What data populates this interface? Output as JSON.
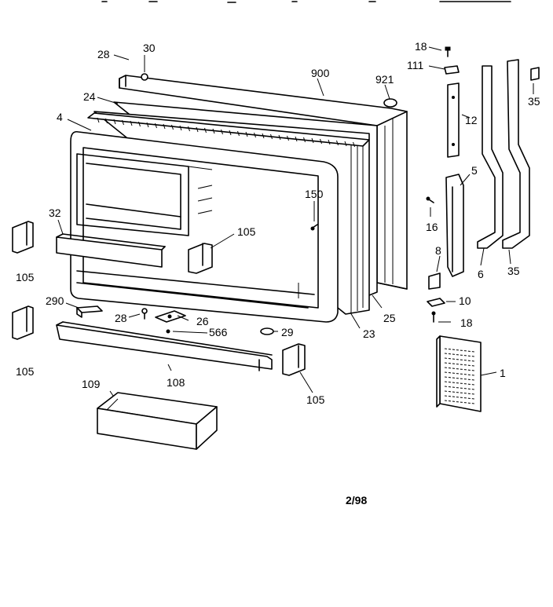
{
  "diagram": {
    "footer_code": "2/98",
    "part_labels": {
      "p28_top": "28",
      "p30": "30",
      "p900": "900",
      "p921": "921",
      "p18_top": "18",
      "p111": "111",
      "p35_top": "35",
      "p24": "24",
      "p4": "4",
      "p12": "12",
      "p150": "150",
      "p5": "5",
      "p16": "16",
      "p32": "32",
      "p105_mid": "105",
      "p105_left_top": "105",
      "p8": "8",
      "p6": "6",
      "p35_bottom": "35",
      "p10": "10",
      "p290": "290",
      "p28_mid": "28",
      "p26": "26",
      "p566": "566",
      "p29": "29",
      "p23": "23",
      "p25": "25",
      "p18_bottom": "18",
      "p1": "1",
      "p105_left_bottom": "105",
      "p108": "108",
      "p109": "109",
      "p105_right": "105"
    }
  }
}
